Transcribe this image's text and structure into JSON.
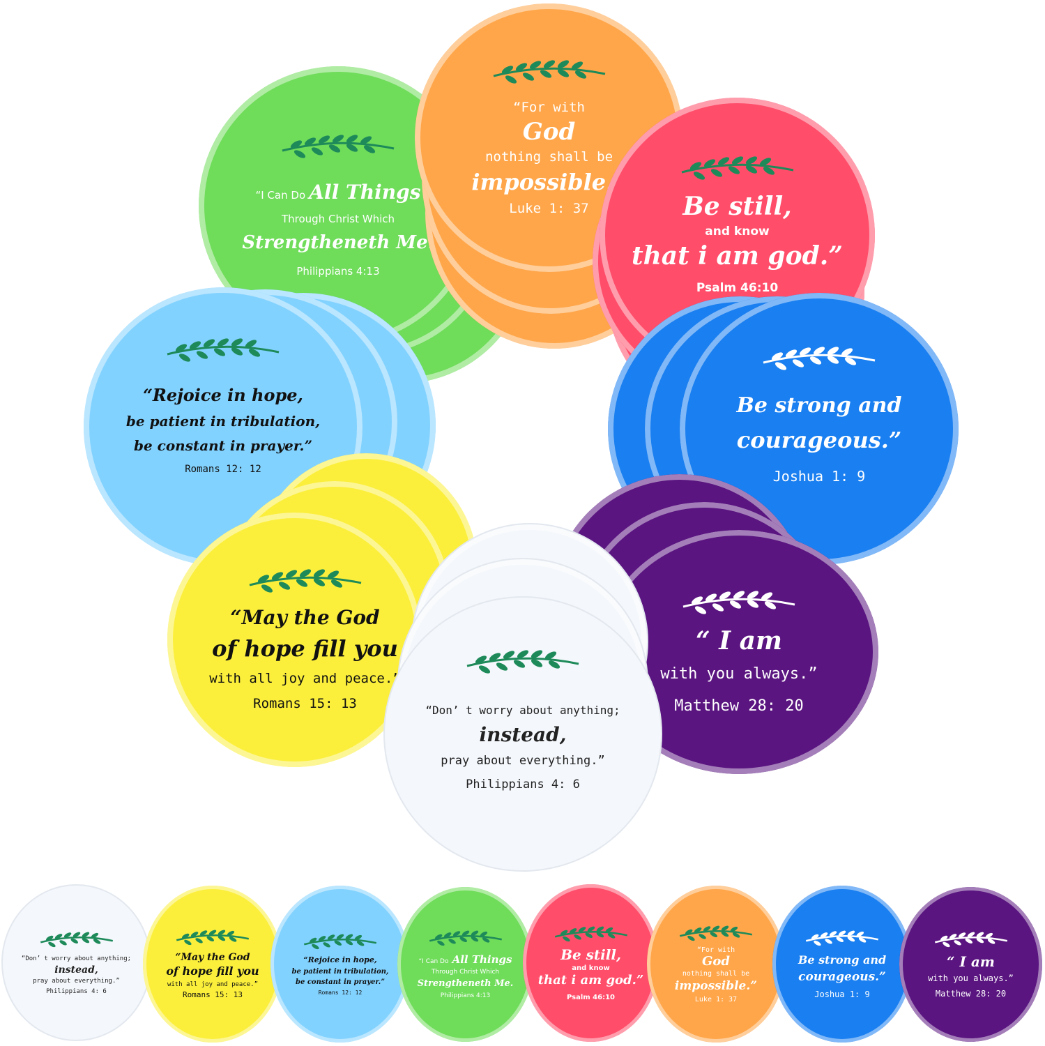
{
  "discs": {
    "green": {
      "color": "#6fdc5a",
      "line1": "“I Can Do",
      "line1b": "All Things",
      "line2": "Through Christ Which",
      "line3": "Strengtheneth Me.",
      "ref": "Philippians 4:13"
    },
    "orange": {
      "color": "#ffa64a",
      "line1": "“For with",
      "line1b": "God",
      "line2": "nothing shall be",
      "line3": "impossible.”",
      "ref": "Luke 1: 37"
    },
    "red": {
      "color": "#ff4d6a",
      "line1": "Be still,",
      "line2": "and know",
      "line3": "that i am god.”",
      "ref": "Psalm 46:10"
    },
    "blue": {
      "color": "#1a7ff0",
      "line1": "Be strong and",
      "line2": "courageous.”",
      "ref": "Joshua 1: 9"
    },
    "purple": {
      "color": "#5a1580",
      "line1": "“ I am",
      "line2": "with you always.”",
      "ref": "Matthew 28: 20"
    },
    "white": {
      "color": "#f4f7fb",
      "line1": "“Don’ t worry about anything;",
      "line2": "instead,",
      "line3": "pray about everything.”",
      "ref": "Philippians 4: 6"
    },
    "yellow": {
      "color": "#fbef3c",
      "line1": "“May the God",
      "line2": "of hope fill you",
      "line3": "with all joy and peace.”",
      "ref": "Romans 15: 13"
    },
    "lightblue": {
      "color": "#82d2ff",
      "line1": "“Rejoice in hope,",
      "line2": "be patient in tribulation,",
      "line3": "be constant in prayer.”",
      "ref": "Romans 12: 12"
    }
  },
  "icons": {
    "leaf": "leaf-branch-icon"
  }
}
